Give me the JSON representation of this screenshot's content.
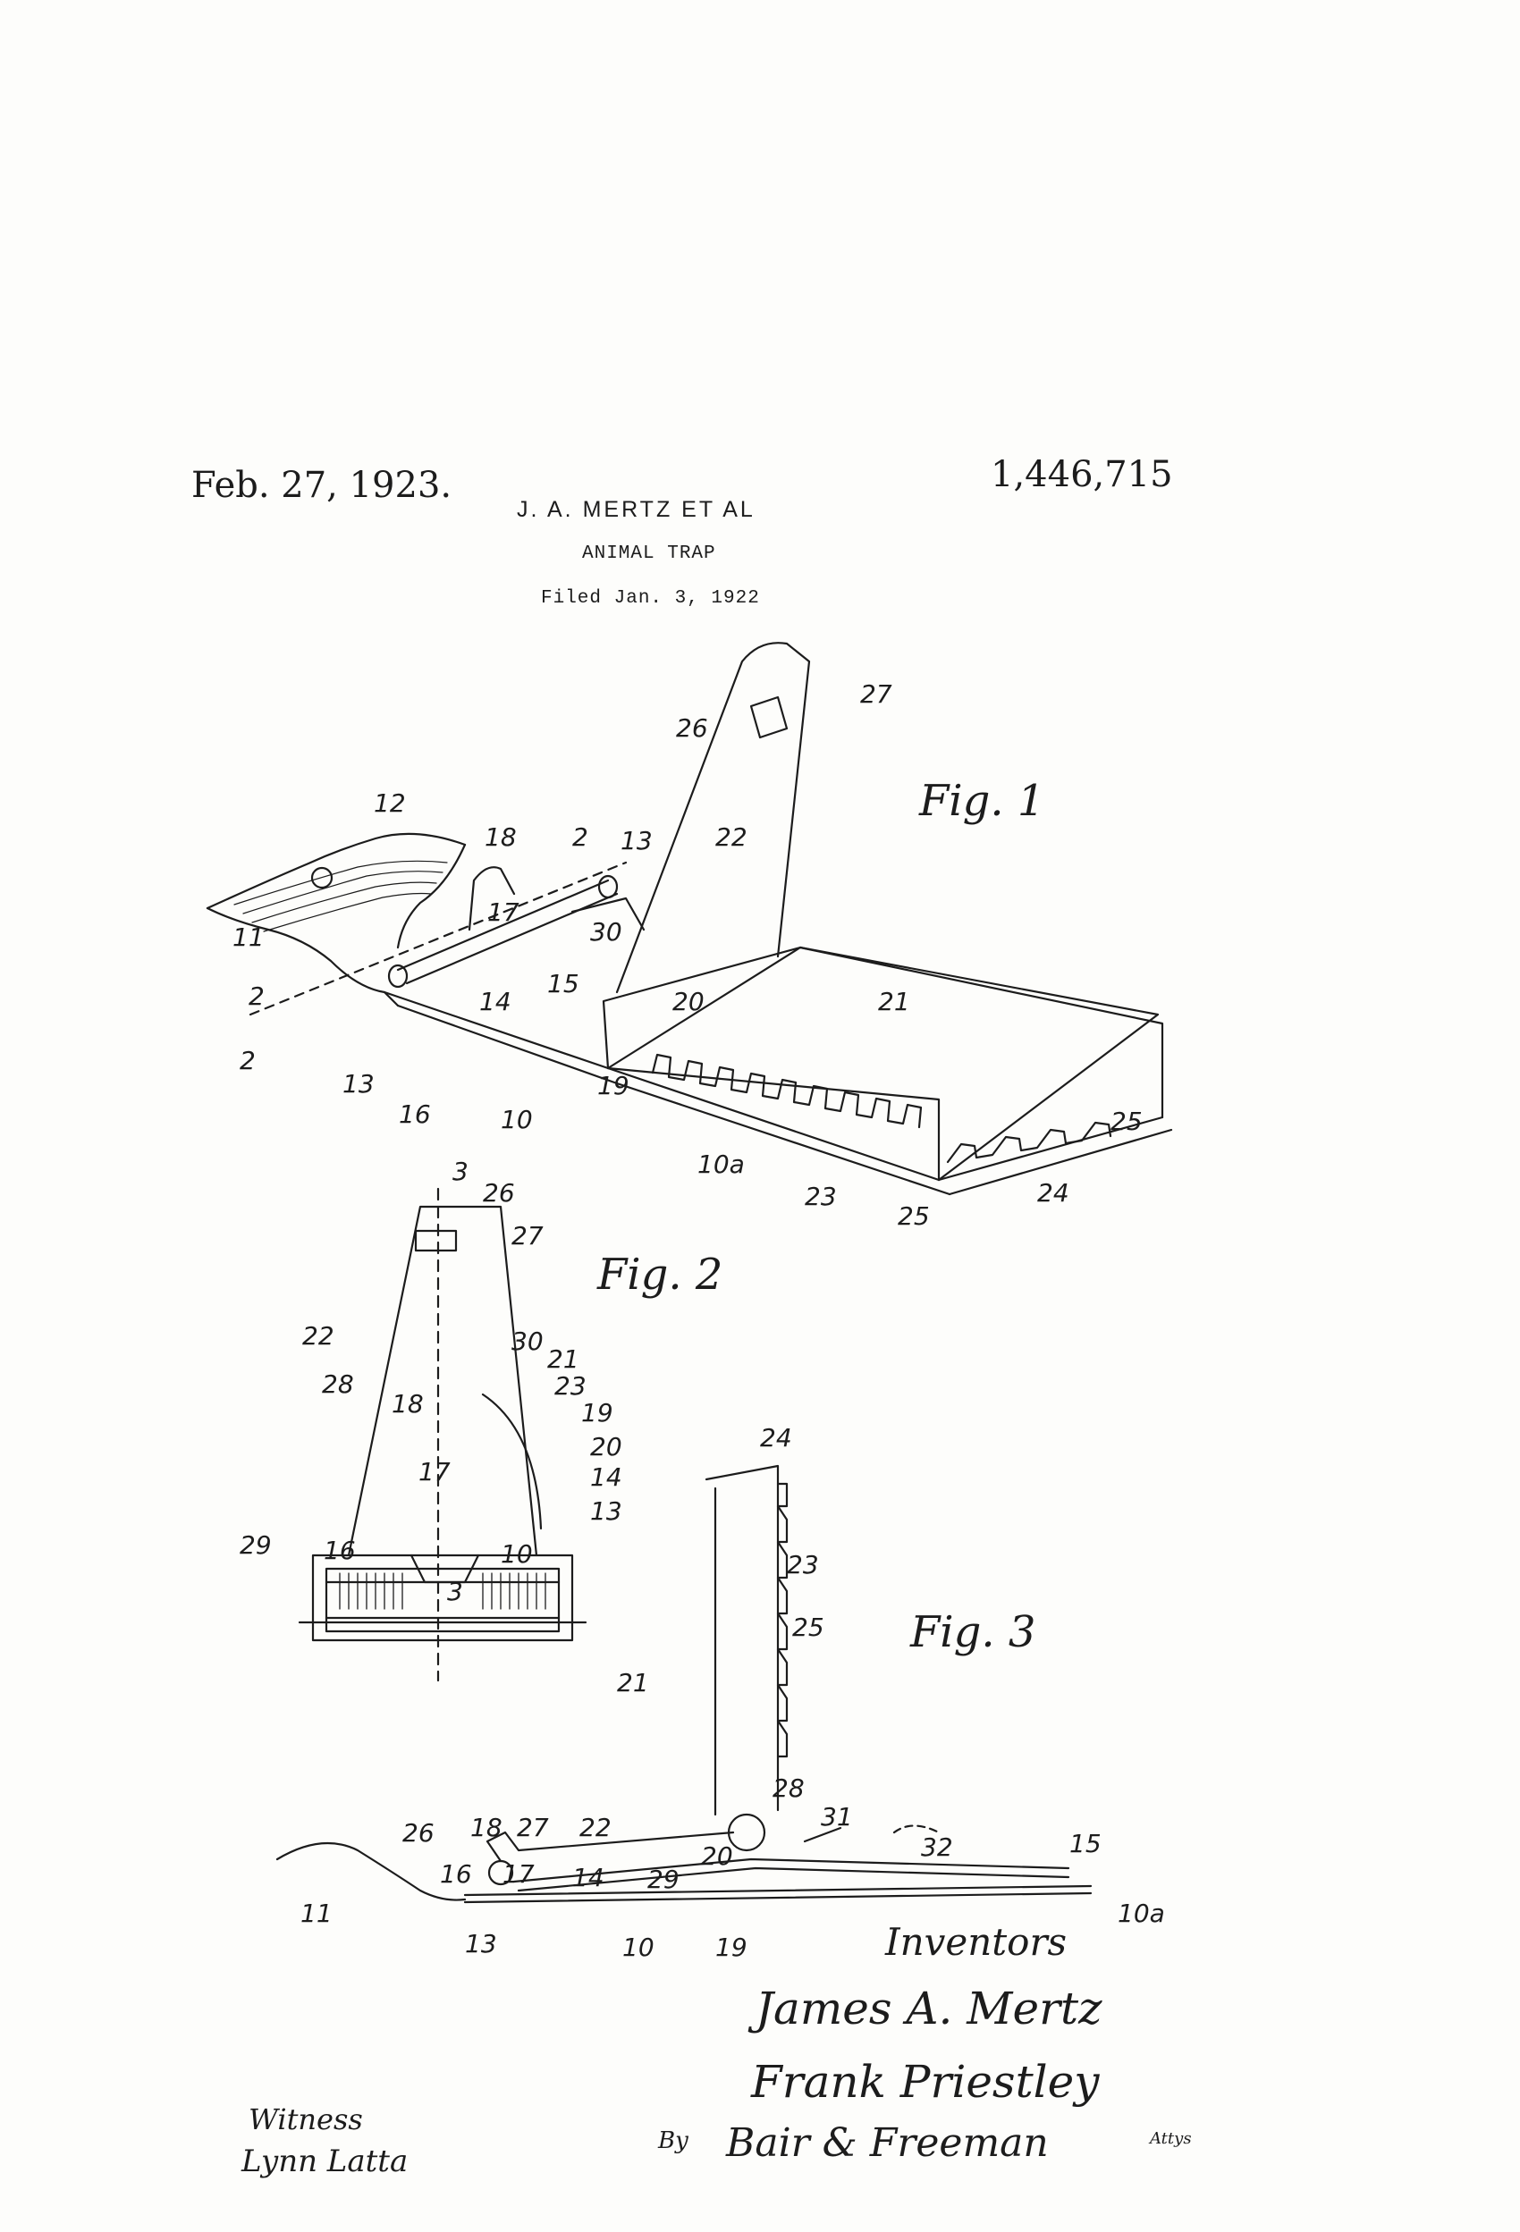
{
  "header": {
    "date": "Feb. 27, 1923.",
    "patent_number": "1,446,715",
    "inventor": "J. A. MERTZ ET AL",
    "title": "ANIMAL TRAP",
    "filed": "Filed Jan. 3, 1922"
  },
  "figures": {
    "fig1": "Fig. 1",
    "fig2": "Fig. 2",
    "fig3": "Fig. 3"
  },
  "signatures": {
    "inventors_label": "Inventors",
    "inventor_1": "James A. Mertz",
    "inventor_2": "Frank Priestley",
    "by": "By",
    "attorneys": "Bair & Freeman",
    "attys": "Attys",
    "witness_label": "Witness",
    "witness_name": "Lynn Latta"
  },
  "reference_numerals": {
    "fig1": [
      "12",
      "18",
      "2",
      "13",
      "26",
      "27",
      "22",
      "11",
      "17",
      "30",
      "15",
      "14",
      "20",
      "21",
      "2",
      "13",
      "16",
      "10",
      "19",
      "10a",
      "23",
      "25",
      "24",
      "25"
    ],
    "fig2": [
      "3",
      "26",
      "27",
      "22",
      "30",
      "21",
      "28",
      "18",
      "23",
      "19",
      "20",
      "17",
      "14",
      "29",
      "16",
      "13",
      "10",
      "3"
    ],
    "fig3": [
      "24",
      "23",
      "25",
      "21",
      "28",
      "31",
      "32",
      "15",
      "26",
      "18",
      "27",
      "22",
      "20",
      "16",
      "17",
      "14",
      "29",
      "11",
      "13",
      "10",
      "19",
      "10a"
    ]
  }
}
